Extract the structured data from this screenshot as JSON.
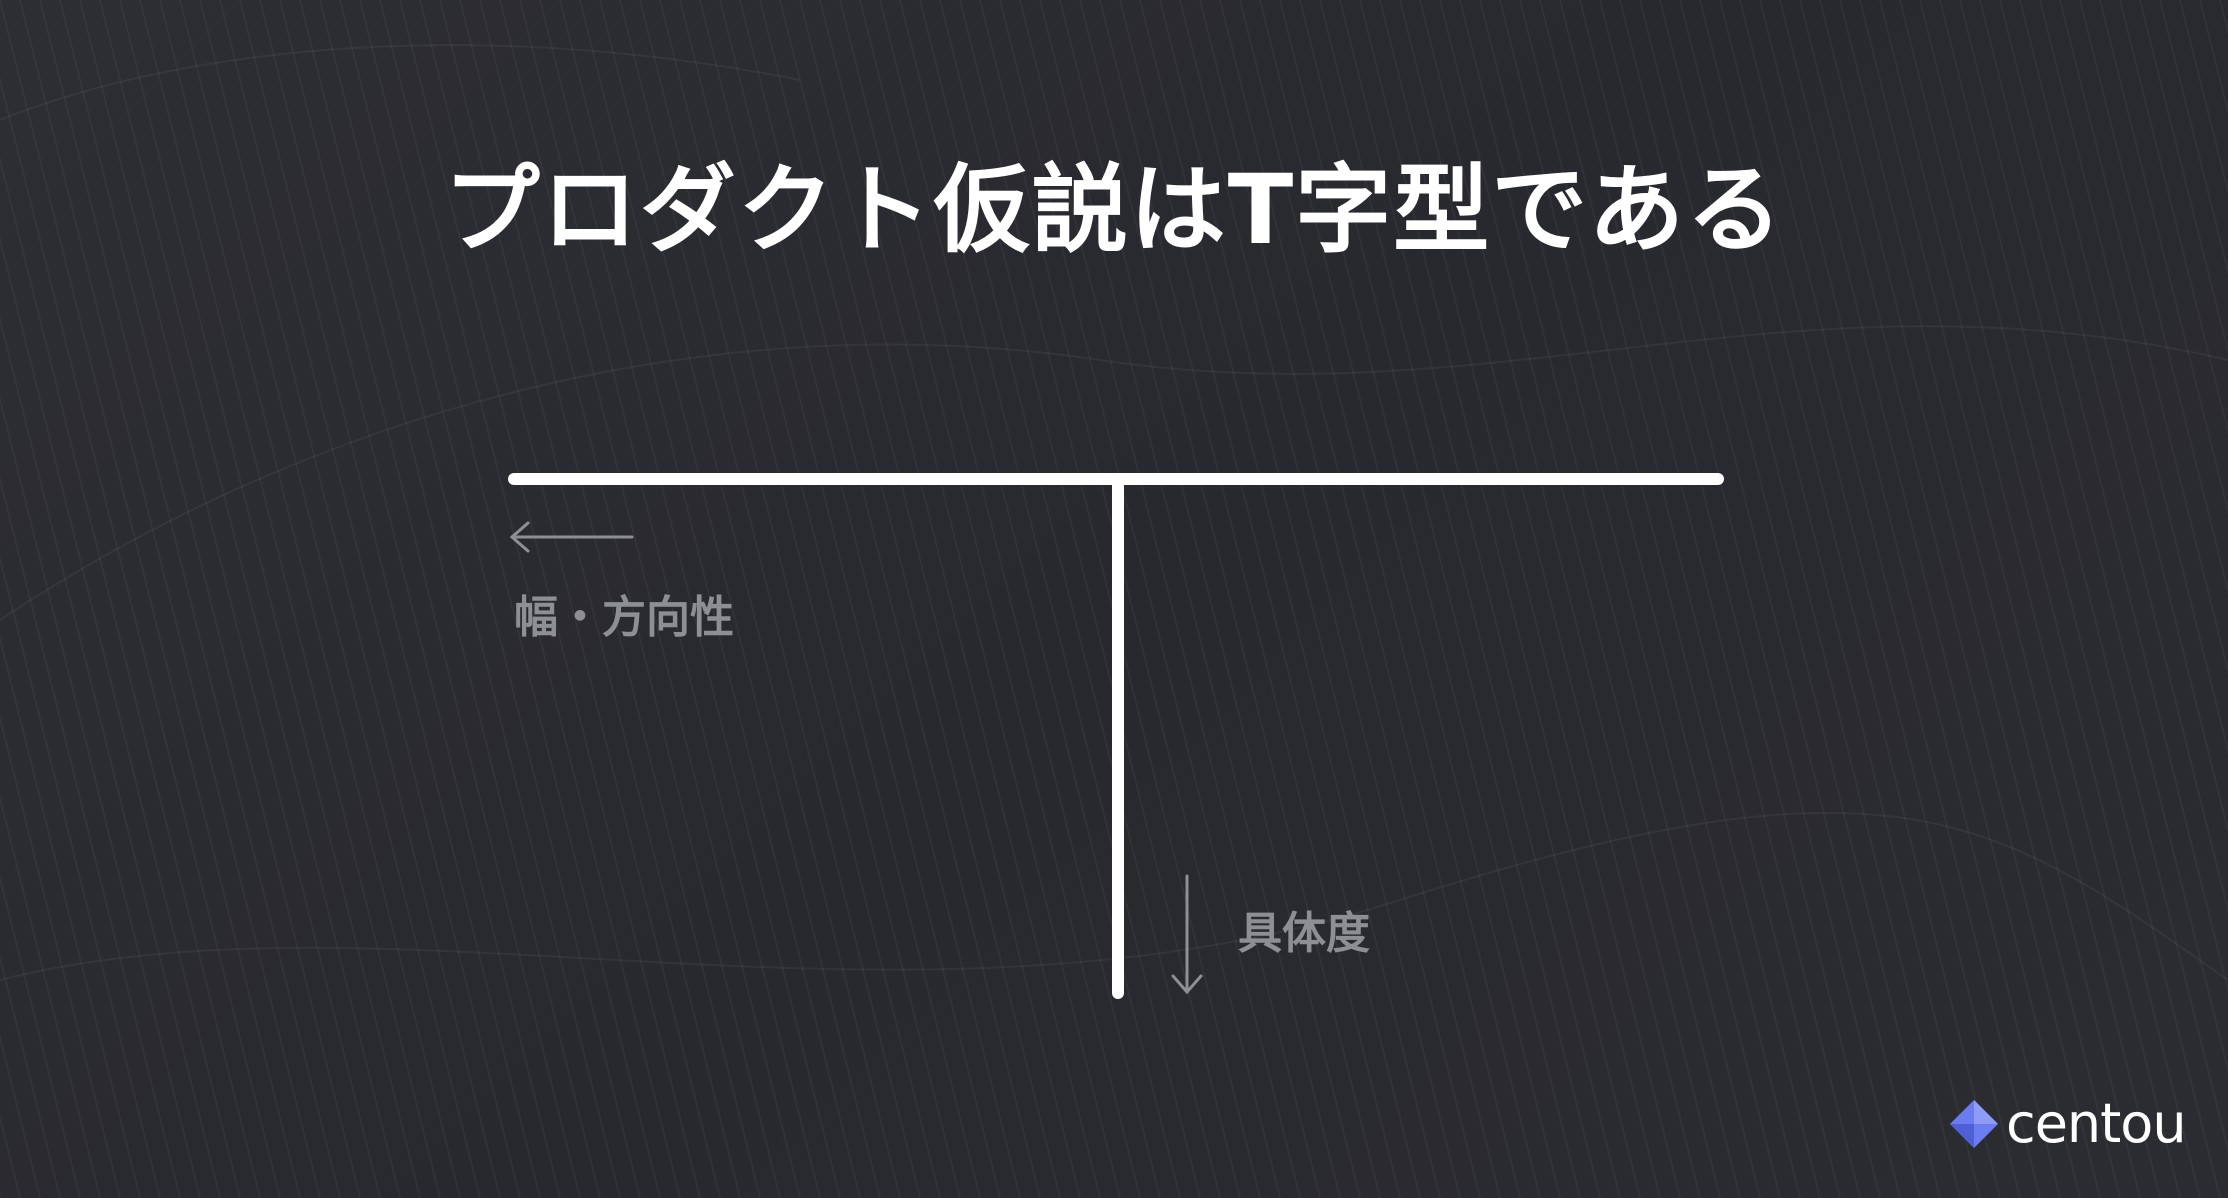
{
  "title": "プロダクト仮説はT字型である",
  "labels": {
    "width_direction": "幅・方向性",
    "specificity": "具体度"
  },
  "logo": {
    "text": "centou",
    "mark_icon": "diamond-logo-icon",
    "mark_color": "#6b7cf0"
  },
  "colors": {
    "background": "#2a2b30",
    "foreground": "#ffffff",
    "muted": "#8e8f93"
  }
}
